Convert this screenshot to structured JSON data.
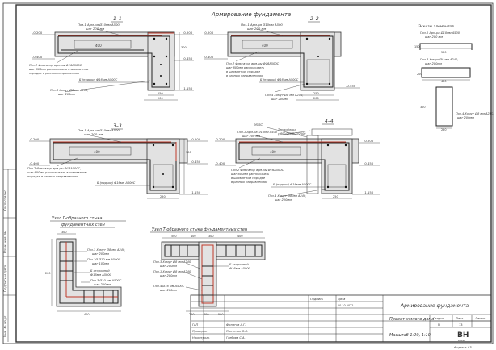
{
  "sheet_title": "Армирование фундамента",
  "sections": {
    "s11": {
      "title": "1–1",
      "lv_top": "-0.200",
      "lv_mid": "-0.200",
      "lv_low": "-0.450",
      "lv_bot": "-1.150",
      "lv_left": "-0.400",
      "call_1": "Поз.1 Арм-ра Ø10мм А500",
      "call_1b": "шаг 200 мм",
      "call_2": "Поз.2 Фиксатор арм-ры Ф16А500С",
      "call_2b": "шаг 600мм расположить в шахматном",
      "call_2c": "порядке в разных направлениях",
      "call_3": "Б (пядьки) Ф16мм А500С",
      "call_4": "Поз.3 Хомут Ø8 мм А240,",
      "call_4b": "шаг 200мм",
      "w400": "400",
      "w300": "300",
      "w250": "250",
      "w200": "200"
    },
    "s22": {
      "title": "2–2",
      "lv_top": "-0.200",
      "lv_low": "-0.450",
      "lv_left": "-0.400",
      "call_1": "Поз.1 Арм-ра Ø10мм А500",
      "call_1b": "шаг 200 мм",
      "call_2": "Поз.2 Фиксатор арм-ры Ф16А500С",
      "call_2b": "шаг 600мм расположить",
      "call_2c": "в шахматном порядке",
      "call_2d": "в разных направлениях",
      "call_3": "Б (пядьки) Ф16мм А500С",
      "call_4": "Поз.4 Хомут Ø8 мм А240,",
      "call_4b": "шаг 200мм",
      "w400": "400",
      "w200": "200",
      "w250": "250",
      "w500": "500"
    },
    "s33": {
      "title": "3–3",
      "lv_top": "-0.200",
      "lv_left": "-0.400",
      "lv_low": "-0.450",
      "lv_bot": "-1.150",
      "call_1": "Поз.1 Арм-ра Ø10мм А500",
      "call_1b": "шаг 200 мм",
      "call_2": "Поз.2 Фиксатор арм-ры Ф16А500С,",
      "call_2b": "шаг 600мм расположить в шахматном",
      "call_2c": "порядке в разных направлениях",
      "call_3": "Б (пядьки) Ф16мм А500С",
      "w400": "400",
      "w300": "300",
      "w200": "200",
      "w250": "250"
    },
    "s44": {
      "title": "4–4",
      "lv_top": "-0.200",
      "lv_left": "-0.400",
      "lv_low": "-0.450",
      "lv_bot": "-1.150",
      "call_eps": "ЭППС",
      "call_grunt": "Термоблоки",
      "call_grunt_b": "с.600/250/200/2000",
      "call_1": "Поз.1 Арм-ра Ø10мм А500",
      "call_1b": "шаг 200 мм",
      "call_2": "Поз.2 Фиксатор арм-ры Ф16А500С,",
      "call_2b": "шаг 600мм расположить",
      "call_2c": "в шахматном порядке",
      "call_2d": "в разных направлениях",
      "call_3": "Б (пядьки) Ф16мм А500С",
      "call_4": "Поз.4 Хомут Ø8 мм А240,",
      "call_4b": "шаг 200мм",
      "w400": "400",
      "w200": "200",
      "w250": "250"
    }
  },
  "elements": {
    "title": "Эскизы элементов",
    "e1_label": "Поз.1 Арм-ра Ø10мм А500",
    "e1_label_b": "шаг 200 мм",
    "e2_label": "Поз.3 Хомут Ø8 мм А240,",
    "e2_label_b": "шаг 200мм",
    "e3_label": "Поз.4 Хомут Ø8 мм А240,",
    "e3_label_b": "шаг 200мм",
    "d500": "500",
    "d400": "400",
    "d250": "250",
    "d150": "150",
    "d200": "200",
    "d300": "300"
  },
  "node_l": {
    "title": "Узел Г-образного стыка",
    "title_b": "фундаментных стен",
    "d300": "300",
    "d200": "200",
    "d400": "400",
    "call_1": "Поз.3 Хомут Ø8 мм А240,",
    "call_1b": "шаг 200мм",
    "call_2": "Поз.1Ø Ø10 мм А500С",
    "call_2b": "шаг 100мм",
    "call_3": "Б сторонней",
    "call_3b": "Ф16мм А500С",
    "call_4": "Поз.3 Ø10 мм А500С",
    "call_4b": "шаг 200мм"
  },
  "node_t": {
    "title": "Узел  Т-образного стыка фундаментных стен",
    "d_top_1": "500",
    "d_top_2": "400",
    "d_top_3": "300",
    "d_top_4": "400",
    "call_1": "Поз.3  Хомут Ø8 мм А240,",
    "call_1b": "шаг 200мм",
    "call_2": "Поз.1  Хомут Ø8 мм А240,",
    "call_2b": "шаг 200мм",
    "call_3": "Поз.4  Ø16 мм А500С",
    "call_3b": "шаг 200мм",
    "call_4": "Б сторонней",
    "call_4b": "Ф16мм А500С",
    "d_bot_1": "200",
    "d_bot_2": "400",
    "d_bot_3": "500"
  },
  "title_block": {
    "col_headers": [
      "Изм.",
      "Кол.уч",
      "Лист",
      "№ док.",
      "Подпись",
      "Дата"
    ],
    "podpis_header": "Подпись",
    "data_header": "Дата",
    "date_val": "10.10.2022",
    "roles": [
      "ГАП",
      "Проверил",
      "Н.контроль"
    ],
    "names": [
      "Филатов А.Г.",
      "Панченко О.О.",
      "Глебова С.А."
    ],
    "drawing_title": "Армирование фундамента",
    "project": "Проект жилого дома",
    "scale": "Масштаб 1:20, 1:10",
    "stage_h": "Стадия",
    "sheet_h": "Лист",
    "sheets_h": "Листов",
    "stage_v": "П",
    "sheet_v": "13",
    "sheets_v": "",
    "logo": "BH",
    "logo_sub": "studio",
    "format": "Формат А3"
  },
  "left_strip": {
    "items": [
      "Согласовано",
      "Взам. инв. №",
      "Подпись и дата",
      "Инв. № подл."
    ]
  }
}
